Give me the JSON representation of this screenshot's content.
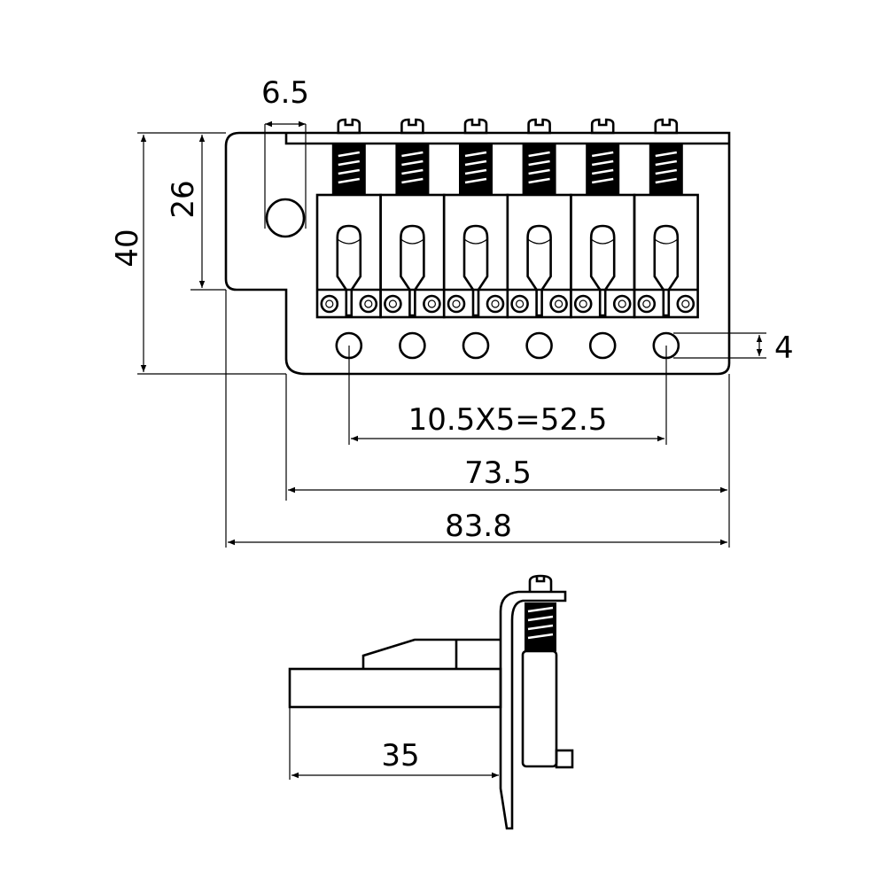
{
  "dimensions": {
    "pivot_offset": "6.5",
    "height_to_step": "26",
    "total_height": "40",
    "hole_diameter": "4",
    "string_spacing": "10.5X5=52.5",
    "plate_width": "73.5",
    "total_width": "83.8",
    "block_depth": "35"
  },
  "saddle_count": 6,
  "colors": {
    "line": "#000000",
    "background": "#ffffff"
  }
}
